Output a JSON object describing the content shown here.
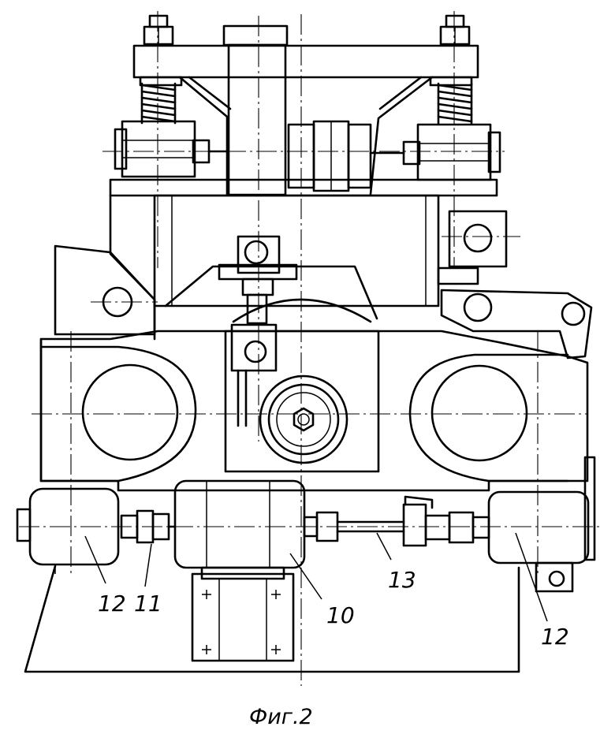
{
  "figure": {
    "caption": "Фиг.2",
    "labels": [
      {
        "id": "label-12-left",
        "text": "12"
      },
      {
        "id": "label-11",
        "text": "11"
      },
      {
        "id": "label-10",
        "text": "10"
      },
      {
        "id": "label-13",
        "text": "13"
      },
      {
        "id": "label-12-right",
        "text": "12"
      }
    ]
  }
}
